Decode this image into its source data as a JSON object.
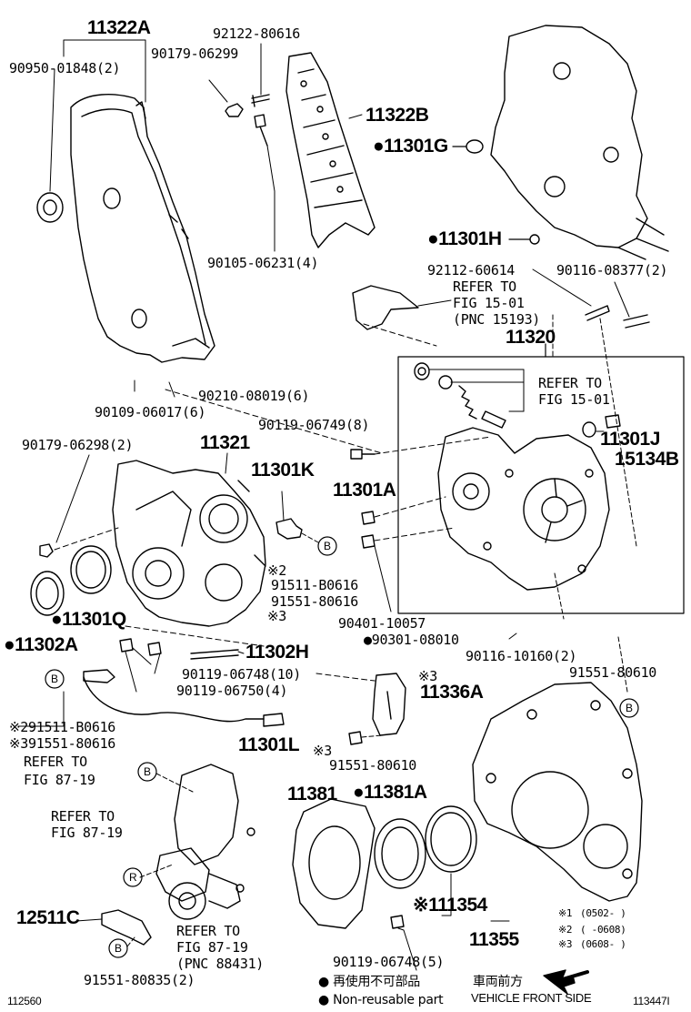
{
  "parts": {
    "p11322A": "11322A",
    "p90950": "90950-01848(2)",
    "p90179_06299": "90179-06299",
    "p92122": "92122-80616",
    "p11322B": "11322B",
    "p11301G": "●11301G",
    "p11301H": "●11301H",
    "p90105": "90105-06231(4)",
    "p92112": "92112-60614",
    "p90116_08377": "90116-08377(2)",
    "refer_a1": "REFER TO",
    "refer_a2": "FIG 15-01",
    "refer_a3": "(PNC 15193)",
    "p11320": "11320",
    "refer_b1": "REFER TO",
    "refer_b2": "FIG 15-01",
    "p90109": "90109-06017(6)",
    "p90210": "90210-08019(6)",
    "p90119_06749": "90119-06749(8)",
    "p11301J": "11301J",
    "p15134B": "15134B",
    "p90179_06298": "90179-06298(2)",
    "p11321": "11321",
    "p11301K": "11301K",
    "p11301A": "11301A",
    "note2_a": "※2",
    "p91511_a": "91511-B0616",
    "p91551_80616_a": "91551-80616",
    "note3_a": "※3",
    "p11301Q": "●11301Q",
    "p11302A": "●11302A",
    "p90401": "90401-10057",
    "p90301": "●90301-08010",
    "p90116_10160": "90116-10160(2)",
    "p11302H": "11302H",
    "p90119_06748_10": "90119-06748(10)",
    "p90119_06750": "90119-06750(4)",
    "note3_b": "※3",
    "p11336A": "11336A",
    "p91551_80610_a": "91551-80610",
    "p91511_b": "※291511-B0616",
    "p91551_80616_b": "※391551-80616",
    "p11301L": "11301L",
    "note3_c": "※3",
    "p91551_80610_b": "91551-80610",
    "refer_c1": "REFER TO",
    "refer_c2": "FIG 87-19",
    "p11381": "11381",
    "p11381A": "●11381A",
    "refer_d1": "REFER TO",
    "refer_d2": "FIG 87-19",
    "p11354": "※111354",
    "p12511C": "12511C",
    "refer_e1": "REFER TO",
    "refer_e2": "FIG 87-19",
    "refer_e3": "(PNC 88431)",
    "p11355": "11355",
    "p91551_80835": "91551-80835(2)",
    "p90119_06748_5": "90119-06748(5)",
    "marker_b": "B",
    "marker_r": "R"
  },
  "notes": {
    "n1_mark": "※1",
    "n1_text": "(0502-    )",
    "n2_mark": "※2",
    "n2_text": "(     -0608)",
    "n3_mark": "※3",
    "n3_text": "(0608-    )"
  },
  "legend": {
    "jp": "● 再使用不可部品",
    "en": "● Non-reusable part",
    "front_jp": "車両前方",
    "front_en": "VEHICLE FRONT SIDE"
  },
  "footer": {
    "left_code": "112560",
    "right_code": "113447I"
  }
}
